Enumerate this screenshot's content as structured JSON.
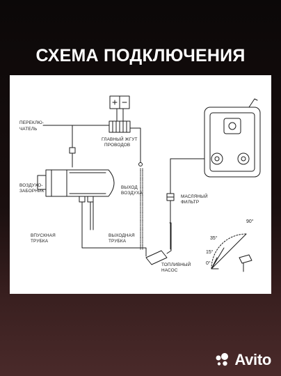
{
  "title": "СХЕМА ПОДКЛЮЧЕНИЯ",
  "diagram": {
    "battery_symbol": "+ −",
    "labels": {
      "switch": [
        "ПЕРЕКЛЮ-",
        "ЧАТЕЛЬ"
      ],
      "harness": [
        "ГЛАВНЫЙ ЖГУТ",
        "ПРОВОДОВ"
      ],
      "air_intake": [
        "ВОЗДУХО-",
        "ЗАБОРНИК"
      ],
      "air_outlet": [
        "ВЫХОД",
        "ВОЗДУХА"
      ],
      "oil_filter": [
        "МАСЛЯНЫЙ",
        "ФИЛЬТР"
      ],
      "inlet_pipe": [
        "ВПУСКНАЯ",
        "ТРУБКА"
      ],
      "outlet_pipe": [
        "ВЫХОДНАЯ",
        "ТРУБКА"
      ],
      "fuel_pump": [
        "ТОПЛИВНЫЙ",
        "НАСОС"
      ]
    },
    "angles": [
      "90°",
      "35°",
      "15°",
      "0°"
    ]
  },
  "watermark": {
    "text": "Avito",
    "icon": "avito-logo-icon"
  }
}
